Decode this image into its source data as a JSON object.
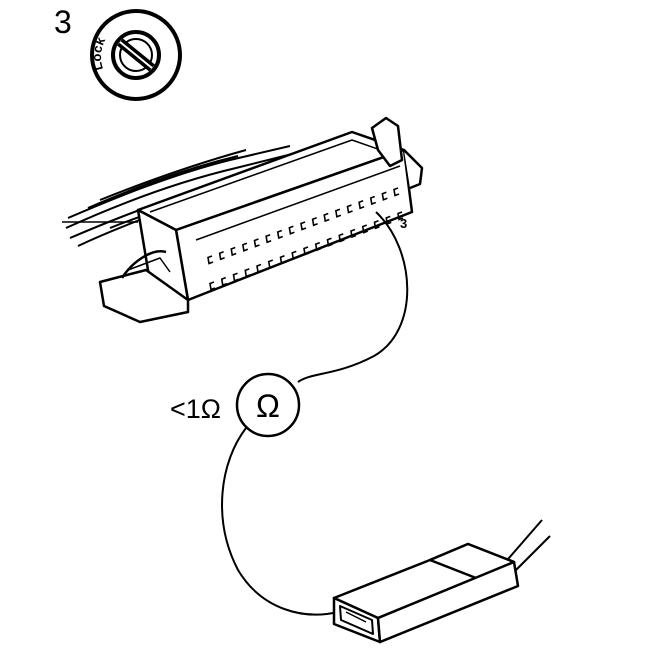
{
  "step": {
    "number": "3"
  },
  "ignition": {
    "lock_label": "Lock"
  },
  "connector": {
    "pin_label": "3"
  },
  "meter": {
    "reading": "<1Ω",
    "symbol": "Ω"
  },
  "colors": {
    "ink": "#000000",
    "paper": "#ffffff"
  }
}
